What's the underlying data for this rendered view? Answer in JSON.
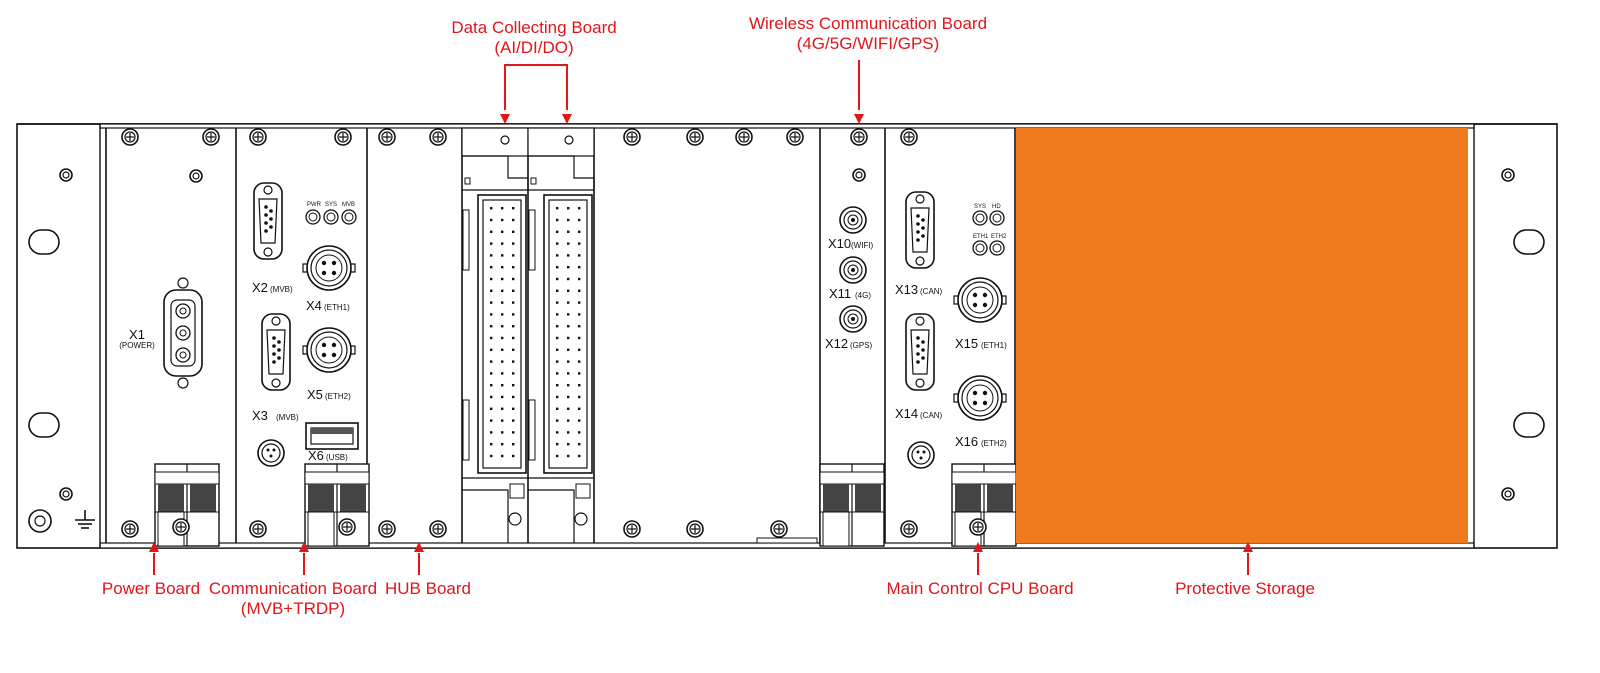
{
  "callouts_top": {
    "data_collecting": {
      "line1": "Data Collecting Board",
      "line2": "(AI/DI/DO)"
    },
    "wireless": {
      "line1": "Wireless Communication Board",
      "line2": "(4G/5G/WIFI/GPS)"
    }
  },
  "callouts_bottom": {
    "power": {
      "line1": "Power Board"
    },
    "communication": {
      "line1": "Communication Board",
      "line2": "(MVB+TRDP)"
    },
    "hub": {
      "line1": "HUB Board"
    },
    "main_cpu": {
      "line1": "Main Control CPU Board"
    },
    "storage": {
      "line1": "Protective Storage"
    }
  },
  "ports": {
    "x1": "X1",
    "x1_sub": "(POWER)",
    "x2": "X2",
    "x2_sub": "(MVB)",
    "x3": "X3",
    "x3_sub": "(MVB)",
    "x4": "X4",
    "x4_sub": "(ETH1)",
    "x5": "X5",
    "x5_sub": "(ETH2)",
    "x6": "X6",
    "x6_sub": "(USB)",
    "x10": "X10",
    "x10_sub": "(WIFI)",
    "x11": "X11",
    "x11_sub": "(4G)",
    "x12": "X12",
    "x12_sub": "(GPS)",
    "x13": "X13",
    "x13_sub": "(CAN)",
    "x14": "X14",
    "x14_sub": "(CAN)",
    "x15": "X15",
    "x15_sub": "(ETH1)",
    "x16": "X16",
    "x16_sub": "(ETH2)"
  },
  "leds": {
    "comm": [
      "PWR",
      "SYS",
      "MVB"
    ],
    "cpu_row1": [
      "SYS",
      "HD"
    ],
    "cpu_row2": [
      "ETH1",
      "ETH2"
    ]
  },
  "colors": {
    "callout": "#e0161b",
    "storage_fill": "#f07a1f",
    "line": "#111111",
    "background": "#ffffff"
  }
}
